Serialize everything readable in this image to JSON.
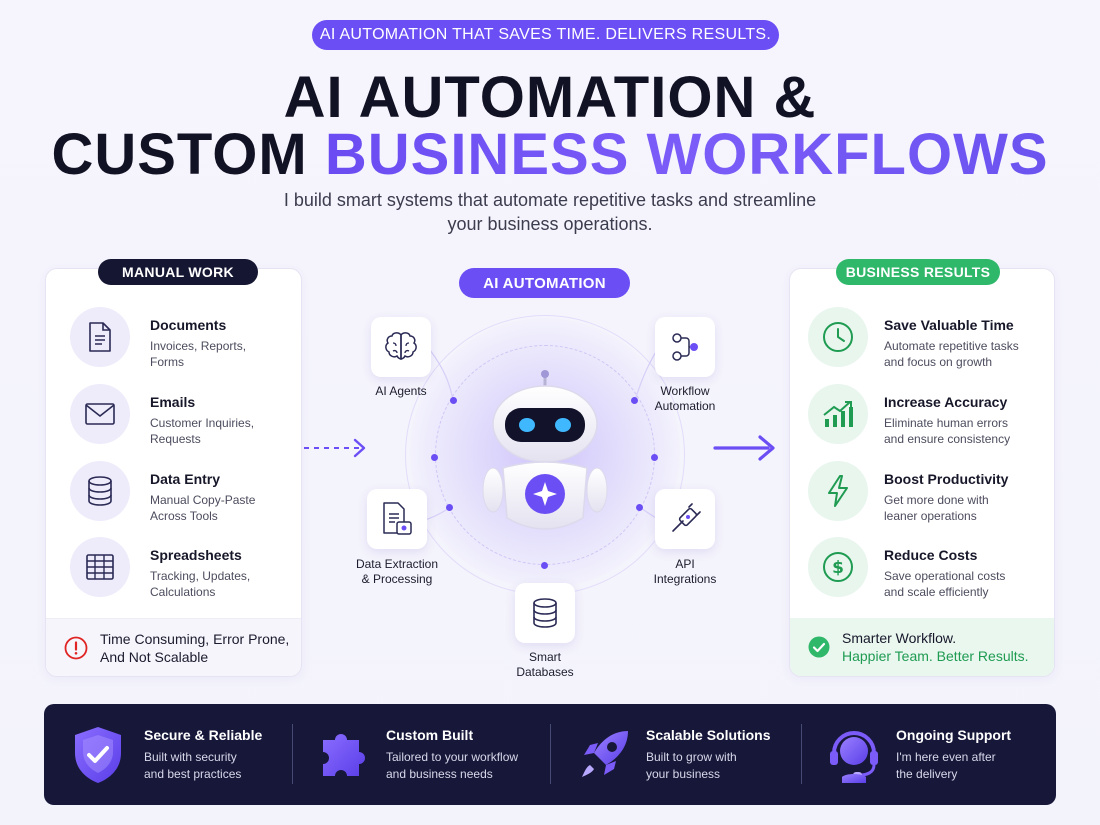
{
  "header": {
    "tagline": "AI AUTOMATION THAT SAVES TIME. DELIVERS RESULTS.",
    "title_line1": "AI AUTOMATION &",
    "title_line2_dark": "CUSTOM",
    "title_line2_accent": "BUSINESS WORKFLOWS",
    "subtitle_line1": "I build smart systems that automate repetitive tasks and streamline",
    "subtitle_line2": "your business operations."
  },
  "manual": {
    "badge": "MANUAL WORK",
    "items": [
      {
        "title": "Documents",
        "desc": "Invoices, Reports,\nForms",
        "icon": "document-icon"
      },
      {
        "title": "Emails",
        "desc": "Customer Inquiries,\nRequests",
        "icon": "envelope-icon"
      },
      {
        "title": "Data Entry",
        "desc": "Manual Copy-Paste\nAcross Tools",
        "icon": "database-icon"
      },
      {
        "title": "Spreadsheets",
        "desc": "Tracking, Updates,\nCalculations",
        "icon": "spreadsheet-icon"
      }
    ],
    "footer": "Time Consuming, Error Prone,\nAnd Not Scalable"
  },
  "automation": {
    "badge": "AI AUTOMATION",
    "nodes": {
      "ai_agents": "AI Agents",
      "workflow": "Workflow\nAutomation",
      "extraction": "Data Extraction\n& Processing",
      "api": "API\nIntegrations",
      "databases": "Smart\nDatabases"
    }
  },
  "results": {
    "badge": "BUSINESS RESULTS",
    "items": [
      {
        "title": "Save Valuable Time",
        "desc": "Automate repetitive tasks\nand focus on growth",
        "icon": "clock-icon"
      },
      {
        "title": "Increase Accuracy",
        "desc": "Eliminate human errors\nand ensure consistency",
        "icon": "growth-chart-icon"
      },
      {
        "title": "Boost Productivity",
        "desc": "Get more done with\nleaner operations",
        "icon": "lightning-icon"
      },
      {
        "title": "Reduce Costs",
        "desc": "Save operational costs\nand scale efficiently",
        "icon": "dollar-icon"
      }
    ],
    "footer_line1": "Smarter Workflow.",
    "footer_line2": "Happier Team. Better Results."
  },
  "features": [
    {
      "title": "Secure & Reliable",
      "desc": "Built with security\nand best practices",
      "icon": "shield-icon"
    },
    {
      "title": "Custom Built",
      "desc": "Tailored to your workflow\nand business needs",
      "icon": "puzzle-icon"
    },
    {
      "title": "Scalable Solutions",
      "desc": "Built to grow with\nyour business",
      "icon": "rocket-icon"
    },
    {
      "title": "Ongoing Support",
      "desc": "I'm here even after\nthe delivery",
      "icon": "headset-icon"
    }
  ],
  "colors": {
    "accent": "#6c4ef5",
    "dark": "#151632",
    "success": "#2fb76a",
    "warning": "#e02424"
  }
}
